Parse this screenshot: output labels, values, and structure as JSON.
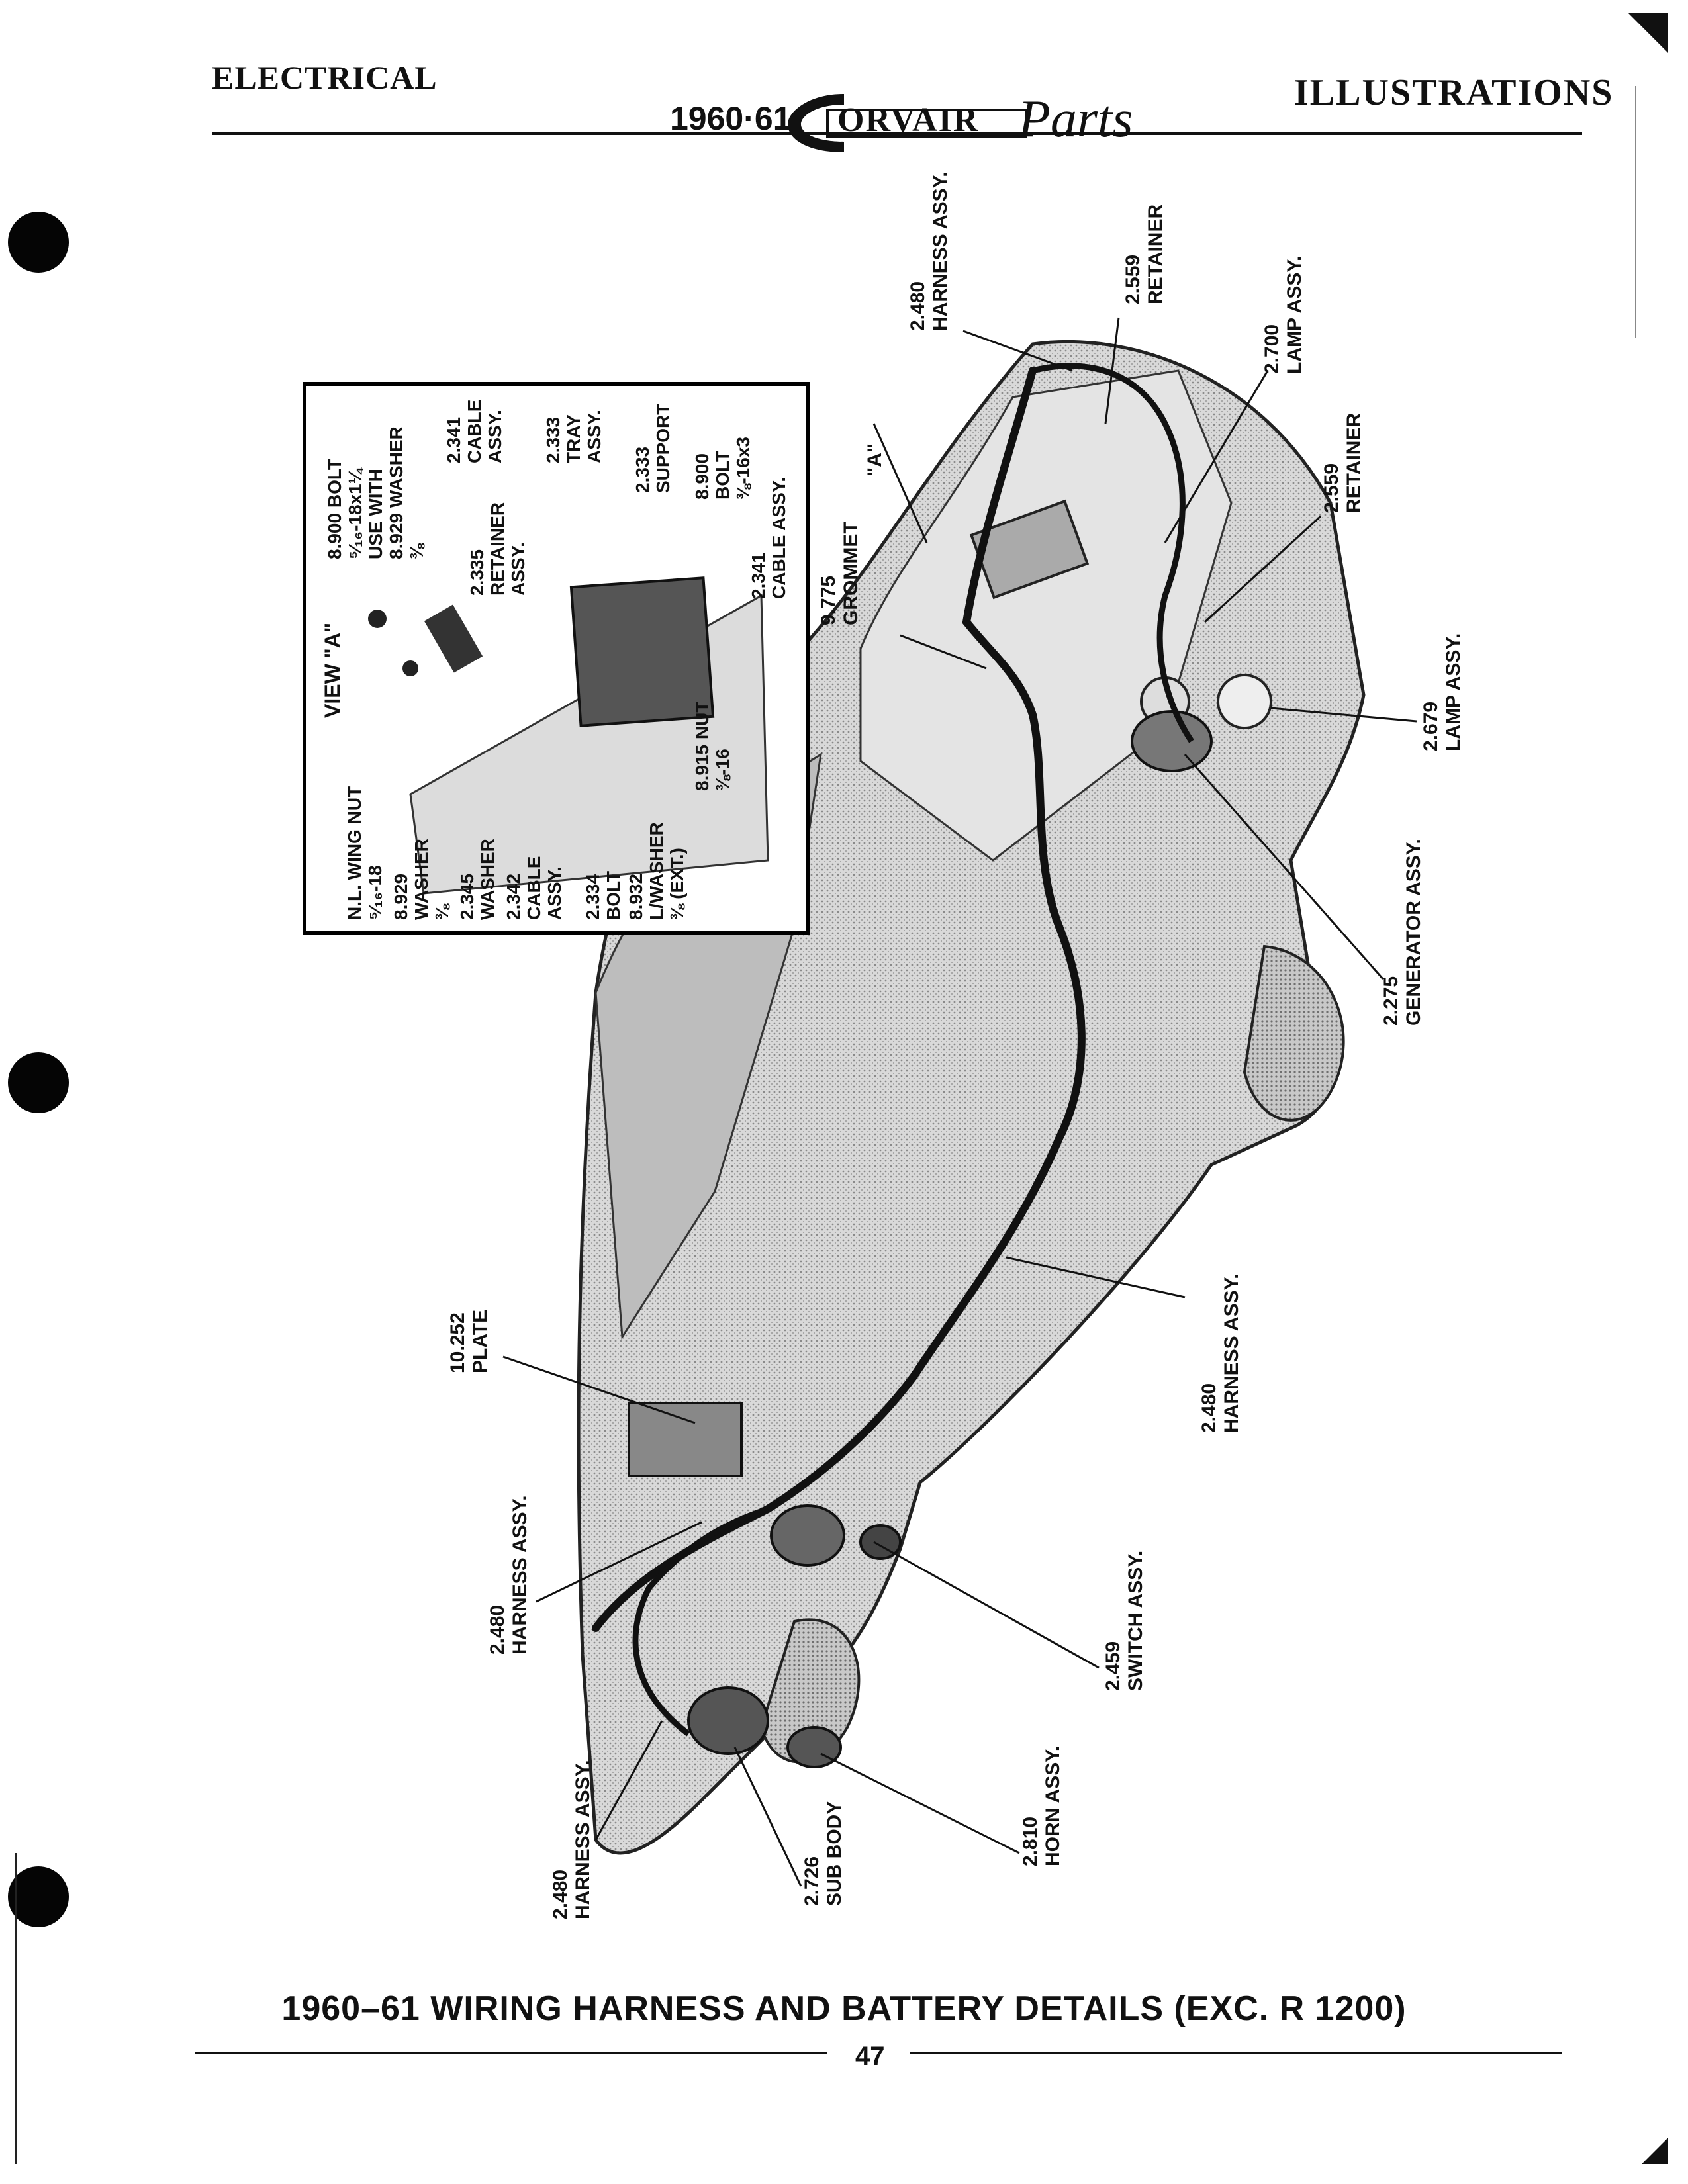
{
  "header": {
    "section": "ELECTRICAL",
    "year": "1960·61",
    "brand": "ORVAIR",
    "brand_script": "Parts",
    "category": "ILLUSTRATIONS"
  },
  "inset": {
    "title": "VIEW \"A\"",
    "labels": {
      "wing_nut": [
        "N.L. WING NUT",
        "⁵⁄₁₆-18"
      ],
      "washer_929": [
        "8.929",
        "WASHER",
        "⅜"
      ],
      "washer_345": [
        "2.345",
        "WASHER"
      ],
      "cable_342": [
        "2.342",
        "CABLE",
        "ASSY."
      ],
      "bolt_334": [
        "2.334",
        "BOLT"
      ],
      "lwasher_932": [
        "8.932",
        "L/WASHER",
        "⅜ (EXT.)"
      ],
      "nut_915": [
        "8.915 NUT",
        "⅜-16"
      ],
      "bolt_900_top": [
        "8.900 BOLT",
        "⁵⁄₁₆-18x1¼",
        "USE WITH",
        "8.929 WASHER",
        "⅜"
      ],
      "retainer_335": [
        "2.335",
        "RETAINER",
        "ASSY."
      ],
      "cable_341_top": [
        "2.341",
        "CABLE",
        "ASSY."
      ],
      "tray_333": [
        "2.333",
        "TRAY",
        "ASSY."
      ],
      "support_333": [
        "2.333",
        "SUPPORT"
      ],
      "bolt_900_right": [
        "8.900",
        "BOLT",
        "⅜-16x3"
      ],
      "cable_341_right": [
        "2.341",
        "CABLE ASSY."
      ]
    }
  },
  "callouts": {
    "view_a": [
      "\"A\""
    ],
    "grommet": [
      "9.775",
      "GROMMET"
    ],
    "harness_top": [
      "2.480",
      "HARNESS ASSY."
    ],
    "retainer_559_top": [
      "2.559",
      "RETAINER"
    ],
    "lamp_700": [
      "2.700",
      "LAMP ASSY."
    ],
    "retainer_559_right": [
      "2.559",
      "RETAINER"
    ],
    "lamp_679": [
      "2.679",
      "LAMP ASSY."
    ],
    "generator": [
      "2.275",
      "GENERATOR ASSY."
    ],
    "harness_mid": [
      "2.480",
      "HARNESS ASSY."
    ],
    "plate": [
      "10.252",
      "PLATE"
    ],
    "harness_left": [
      "2.480",
      "HARNESS ASSY."
    ],
    "switch": [
      "2.459",
      "SWITCH ASSY."
    ],
    "horn": [
      "2.810",
      "HORN ASSY."
    ],
    "sub_body": [
      "2.726",
      "SUB BODY"
    ],
    "harness_bottom": [
      "2.480",
      "HARNESS ASSY."
    ]
  },
  "caption": "1960–61 WIRING HARNESS AND BATTERY DETAILS (EXC. R 1200)",
  "page_number": "47"
}
